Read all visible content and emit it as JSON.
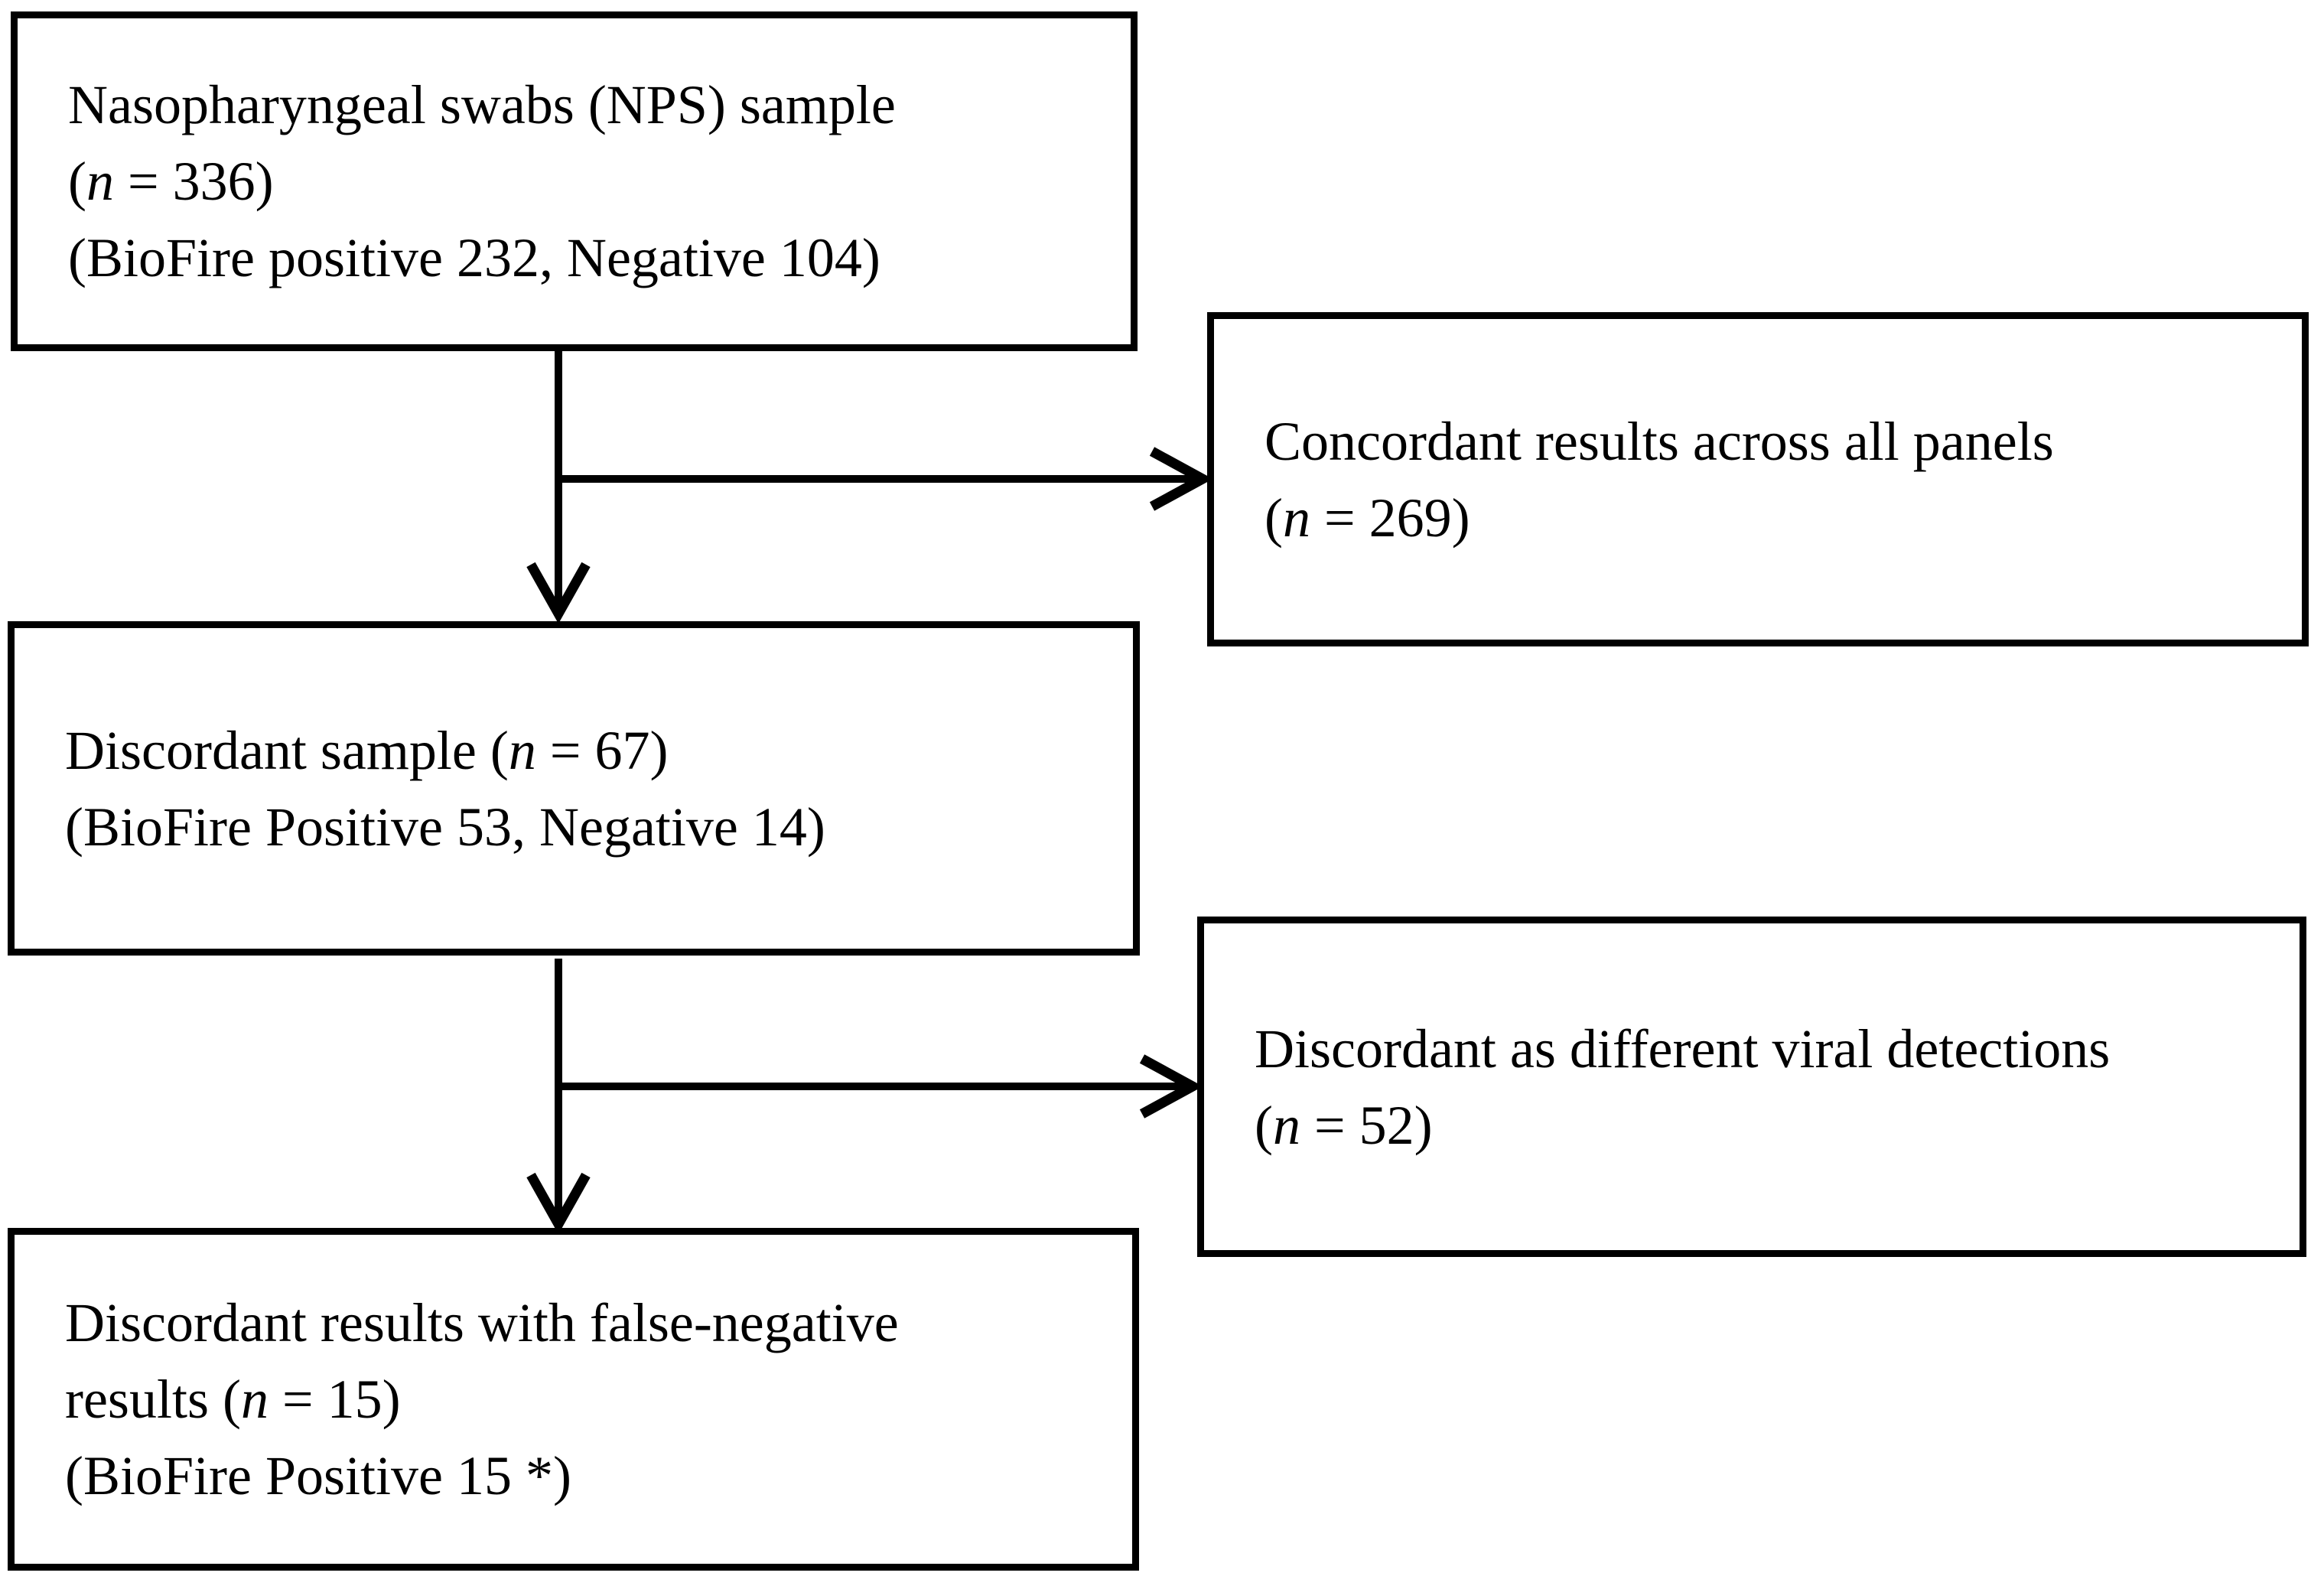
{
  "figure": {
    "type": "flowchart",
    "background_color": "#ffffff",
    "line_color": "#000000",
    "text_color": "#000000"
  },
  "boxes": [
    {
      "id": "nps-sample",
      "lines": [
        [
          {
            "t": "Nasopharyngeal swabs (NPS) sample"
          }
        ],
        [
          {
            "t": "("
          },
          {
            "t": "n",
            "i": true
          },
          {
            "t": " = 336)"
          }
        ],
        [
          {
            "t": "(BioFire positive 232, Negative 104)"
          }
        ]
      ]
    },
    {
      "id": "concordant-results",
      "lines": [
        [
          {
            "t": "Concordant results across all panels"
          }
        ],
        [
          {
            "t": "("
          },
          {
            "t": "n",
            "i": true
          },
          {
            "t": " = 269)"
          }
        ]
      ]
    },
    {
      "id": "discordant-sample",
      "lines": [
        [
          {
            "t": "Discordant sample ("
          },
          {
            "t": "n",
            "i": true
          },
          {
            "t": " = 67)"
          }
        ],
        [
          {
            "t": "(BioFire Positive 53, Negative 14)"
          }
        ]
      ]
    },
    {
      "id": "discordant-viral-detections",
      "lines": [
        [
          {
            "t": "Discordant as different viral detections"
          }
        ],
        [
          {
            "t": "("
          },
          {
            "t": "n",
            "i": true
          },
          {
            "t": " = 52)"
          }
        ]
      ]
    },
    {
      "id": "false-negative-results",
      "lines": [
        [
          {
            "t": "Discordant results with false-negative"
          }
        ],
        [
          {
            "t": "results ("
          },
          {
            "t": "n",
            "i": true
          },
          {
            "t": " = 15)"
          }
        ],
        [
          {
            "t": "(BioFire Positive 15 *)"
          }
        ]
      ]
    }
  ]
}
